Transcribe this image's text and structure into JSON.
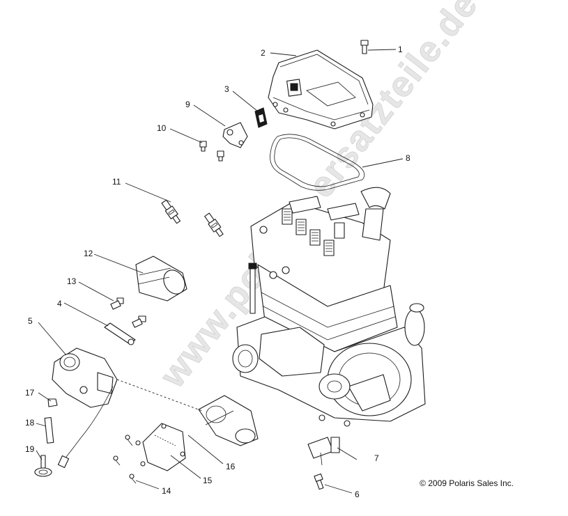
{
  "watermark": "www.polaris-ersatzteile.de",
  "copyright": "© 2009 Polaris Sales Inc.",
  "callouts": {
    "c1": "1",
    "c2": "2",
    "c3": "3",
    "c4": "4",
    "c5": "5",
    "c6": "6",
    "c7": "7",
    "c8": "8",
    "c9": "9",
    "c10": "10",
    "c11": "11",
    "c12": "12",
    "c13": "13",
    "c14": "14",
    "c15": "15",
    "c16": "16",
    "c17": "17",
    "c18": "18",
    "c19": "19"
  }
}
